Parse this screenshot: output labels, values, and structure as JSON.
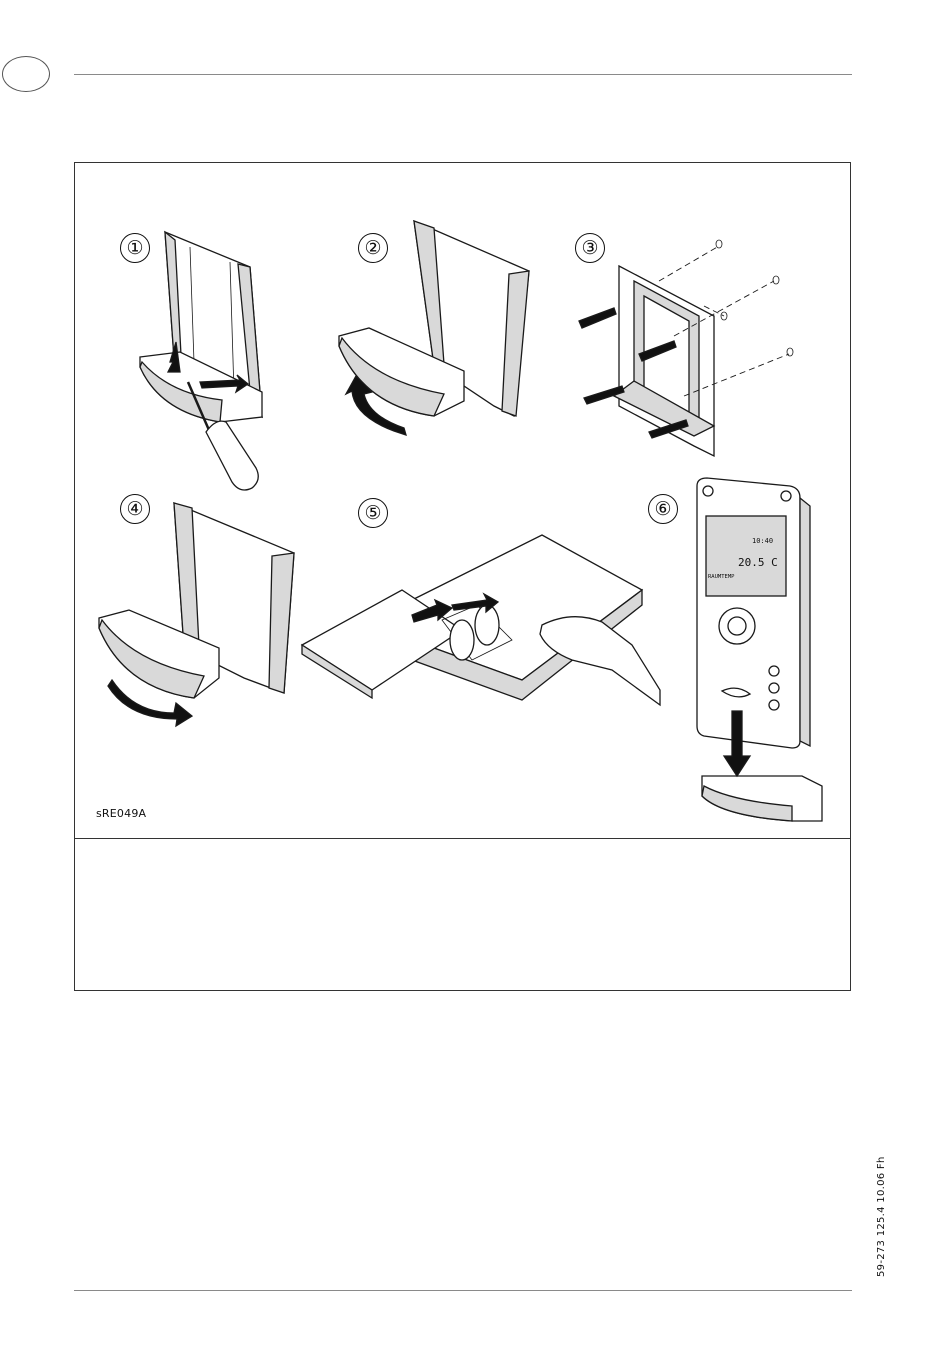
{
  "page": {
    "figure_code": "sRE049A",
    "document_code": "59-273 125.4 10.06 Fh"
  },
  "steps": [
    {
      "number": "①",
      "icon": "screwdriver-release-icon"
    },
    {
      "number": "②",
      "icon": "tilt-open-icon"
    },
    {
      "number": "③",
      "icon": "wall-mount-screws-icon"
    },
    {
      "number": "④",
      "icon": "tilt-close-icon"
    },
    {
      "number": "⑤",
      "icon": "battery-insert-icon"
    },
    {
      "number": "⑥",
      "icon": "controller-attach-icon"
    }
  ],
  "display": {
    "time": "10:40",
    "temperature": "20.5 C",
    "label": "RAUMTEMP"
  }
}
